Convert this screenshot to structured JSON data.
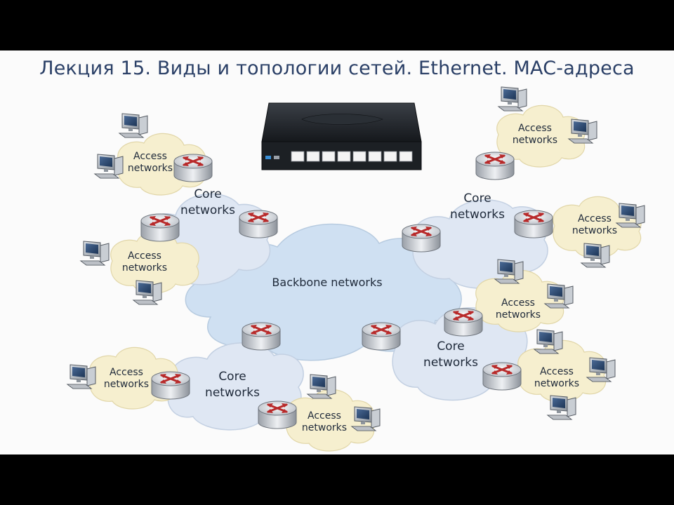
{
  "slide": {
    "title": "Лекция 15. Виды и топологии сетей. Ethernet. MAC-адреса"
  },
  "diagram": {
    "backbone_label": "Backbone networks",
    "core_line1": "Core",
    "core_line2": "networks",
    "access_line1": "Access",
    "access_line2": "networks"
  },
  "colors": {
    "backbone_cloud": "#cfe0f2",
    "core_cloud": "#dfe7f3",
    "access_cloud": "#f6efcf",
    "router_arrows": "#b82a2a",
    "title_text": "#2a3f66"
  },
  "icons": [
    "switch-icon",
    "router-icon",
    "computer-icon",
    "cloud-icon"
  ]
}
